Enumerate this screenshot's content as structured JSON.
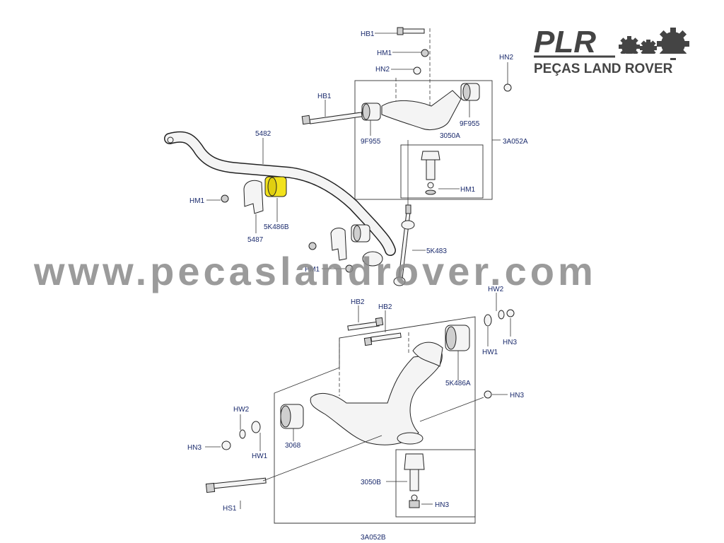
{
  "logo": {
    "brand": "PLR",
    "subtitle": "PEÇAS LAND ROVER",
    "gear_icon": "gear-icon"
  },
  "watermark": "www.pecaslandrover.com",
  "callouts": {
    "hb1_top": "HB1",
    "hm1_top": "HM1",
    "hn2_top": "HN2",
    "hn2_right": "HN2",
    "hb1_left": "HB1",
    "bush_9f955_left": "9F955",
    "bush_9f955_right": "9F955",
    "ball_3050a": "3050A",
    "arm_3a052a": "3A052A",
    "hm1_ball": "HM1",
    "bar_5482": "5482",
    "hm1_left": "HM1",
    "bush_5k486b": "5K486B",
    "clamp_5487": "5487",
    "link_5k483": "5K483",
    "hm1_mid": "HM1",
    "hb2_a": "HB2",
    "hb2_b": "HB2",
    "hw2_right": "HW2",
    "hw1_right": "HW1",
    "hn3_right": "HN3",
    "bush_5k486a": "5K486A",
    "hn3_mid": "HN3",
    "hw2_left": "HW2",
    "hn3_left": "HN3",
    "hw1_left": "HW1",
    "bush_3068": "3068",
    "ball_3050b": "3050B",
    "hn3_ball": "HN3",
    "hs1": "HS1",
    "arm_3a052b": "3A052B"
  },
  "colors": {
    "highlight": "#f2e21c",
    "label": "#1a2a6c"
  }
}
